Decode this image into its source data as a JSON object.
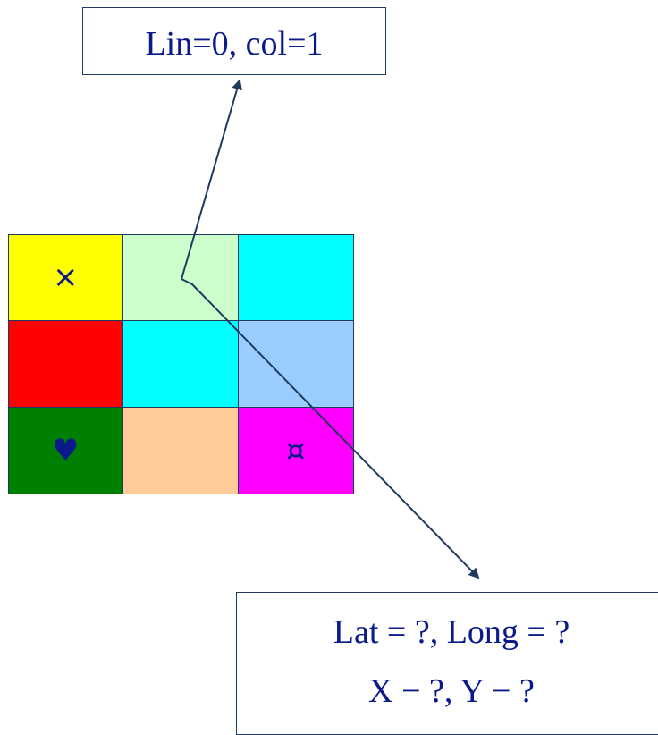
{
  "top_box": {
    "text": "Lin=0, col=1"
  },
  "bottom_box": {
    "line1": "Lat = ?, Long = ?",
    "line2": "X − ?, Y − ?"
  },
  "grid": {
    "rows": [
      [
        {
          "color": "#ffff00",
          "symbol": "×",
          "icon": "cross-icon"
        },
        {
          "color": "#ccffcc",
          "symbol": "",
          "icon": ""
        },
        {
          "color": "#00ffff",
          "symbol": "",
          "icon": ""
        }
      ],
      [
        {
          "color": "#ff0000",
          "symbol": "",
          "icon": ""
        },
        {
          "color": "#00ffff",
          "symbol": "",
          "icon": ""
        },
        {
          "color": "#99ccff",
          "symbol": "",
          "icon": ""
        }
      ],
      [
        {
          "color": "#008000",
          "symbol": "♥",
          "icon": "heart-icon"
        },
        {
          "color": "#ffcc99",
          "symbol": "",
          "icon": ""
        },
        {
          "color": "#ff00ff",
          "symbol": "¤",
          "icon": "currency-icon"
        }
      ]
    ]
  },
  "colors": {
    "border": "#1f3a5f",
    "text": "#0a1a8a",
    "arrow": "#1f3a5f"
  }
}
